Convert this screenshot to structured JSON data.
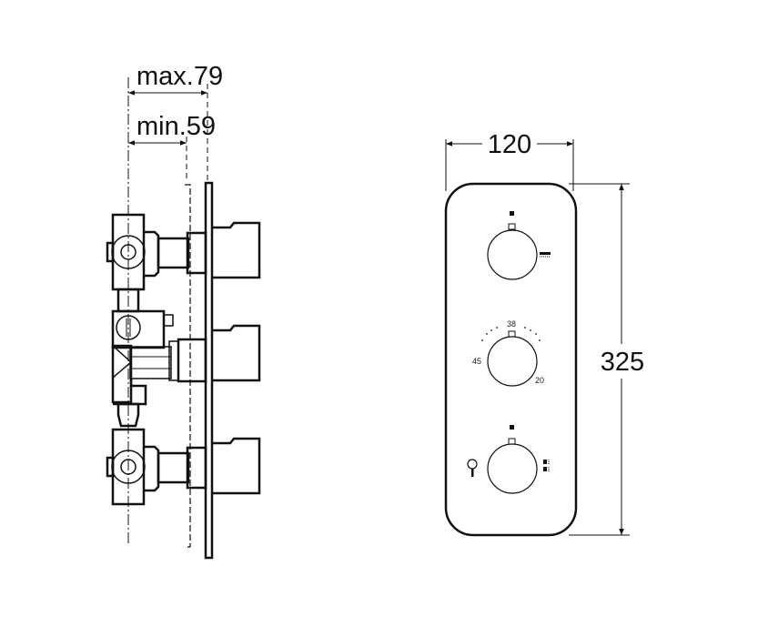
{
  "dimensions": {
    "max_depth": "max.79",
    "min_depth": "min.59",
    "width": "120",
    "height": "325"
  },
  "thermostat_scale": {
    "top": "38",
    "left": "45",
    "right": "20"
  },
  "icons": [
    "shower-head-icon",
    "overhead-shower-icon",
    "body-jets-icon"
  ],
  "colors": {
    "line": "#111111",
    "background": "#ffffff"
  }
}
